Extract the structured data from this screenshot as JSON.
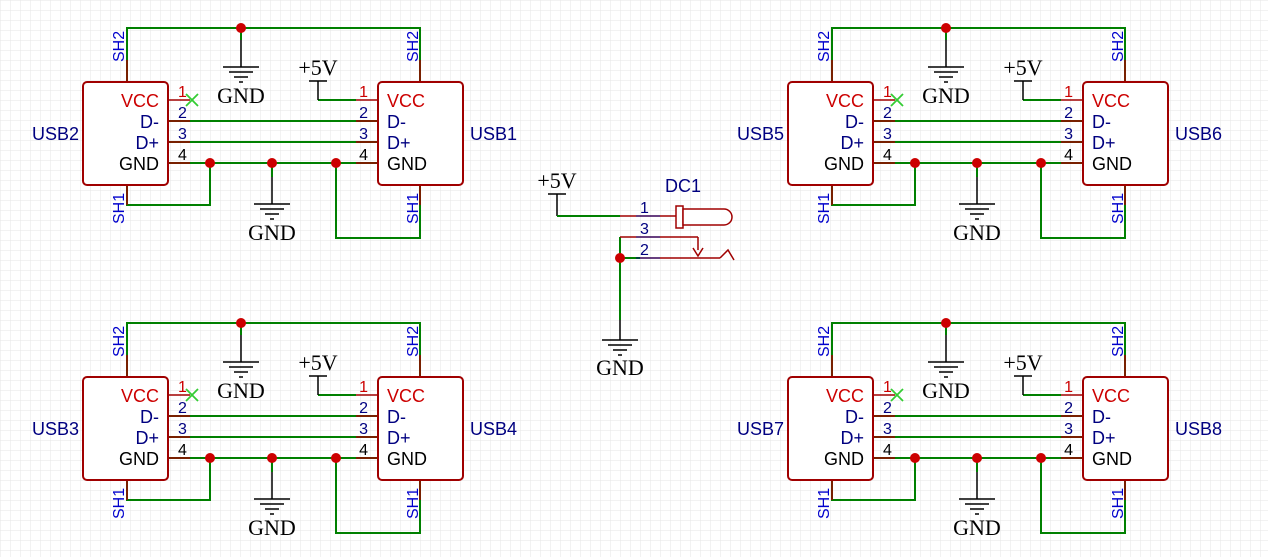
{
  "colors": {
    "wire": "#008000",
    "part": "#a00000",
    "pin_name": "#cc0000",
    "pin_num": "#000080",
    "designator": "#000080",
    "shield": "#0000cc",
    "junction": "#cc0000",
    "noconnect": "#33cc33",
    "net_label": "#000000",
    "grid": "#e6e6e6"
  },
  "labels": {
    "gnd": "GND",
    "plus5v": "+5V",
    "vcc": "VCC",
    "dminus": "D-",
    "dplus": "D+",
    "gnd_pin": "GND",
    "sh1": "SH1",
    "sh2": "SH2"
  },
  "pin_numbers": [
    "1",
    "2",
    "3",
    "4"
  ],
  "connector_groups": [
    {
      "left": "USB2",
      "right": "USB1"
    },
    {
      "left": "USB3",
      "right": "USB4"
    },
    {
      "left": "USB5",
      "right": "USB6"
    },
    {
      "left": "USB7",
      "right": "USB8"
    }
  ],
  "dc_jack": {
    "designator": "DC1",
    "pins": [
      "1",
      "3",
      "2"
    ],
    "supply": "+5V",
    "ground": "GND"
  }
}
